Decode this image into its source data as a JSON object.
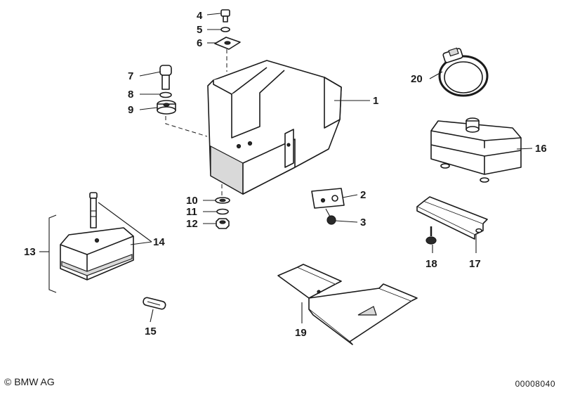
{
  "callouts": {
    "c1": "1",
    "c2": "2",
    "c3": "3",
    "c4": "4",
    "c5": "5",
    "c6": "6",
    "c7": "7",
    "c8": "8",
    "c9": "9",
    "c10": "10",
    "c11": "11",
    "c12": "12",
    "c13": "13",
    "c14": "14",
    "c15": "15",
    "c16": "16",
    "c17": "17",
    "c18": "18",
    "c19": "19",
    "c20": "20"
  },
  "footer": {
    "copyright": "© BMW AG",
    "diagram_number": "00008040"
  }
}
